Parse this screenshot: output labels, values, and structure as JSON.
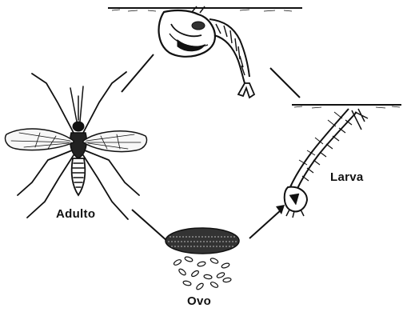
{
  "diagram": {
    "stages": {
      "adult": {
        "label": "Adulto",
        "icon": "mosquito-icon"
      },
      "larva": {
        "label": "Larva",
        "icon": "larva-icon"
      },
      "egg": {
        "label": "Ovo",
        "icon": "egg-raft-icon"
      },
      "pupa": {
        "label": "",
        "icon": "pupa-icon"
      }
    },
    "colors": {
      "ink": "#111111",
      "background": "#ffffff"
    }
  }
}
